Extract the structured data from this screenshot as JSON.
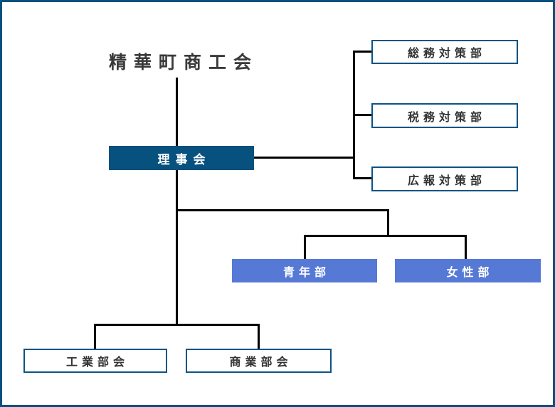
{
  "title": "精華町商工会",
  "org": {
    "board": {
      "label": "理事会"
    },
    "committees": [
      {
        "label": "総務対策部"
      },
      {
        "label": "税務対策部"
      },
      {
        "label": "広報対策部"
      }
    ],
    "divisions": [
      {
        "label": "青年部"
      },
      {
        "label": "女性部"
      }
    ],
    "sections": [
      {
        "label": "工業部会"
      },
      {
        "label": "商業部会"
      }
    ]
  },
  "colors": {
    "page_border": "#07517e",
    "primary_box_bg": "#07517e",
    "primary_box_text": "#ffffff",
    "accent_box_bg": "#5679d6",
    "accent_box_text": "#ffffff",
    "outline_box_border": "#0b5384",
    "outline_box_text": "#333333",
    "title_text": "#3a3a3a",
    "connector_line": "#000000"
  }
}
